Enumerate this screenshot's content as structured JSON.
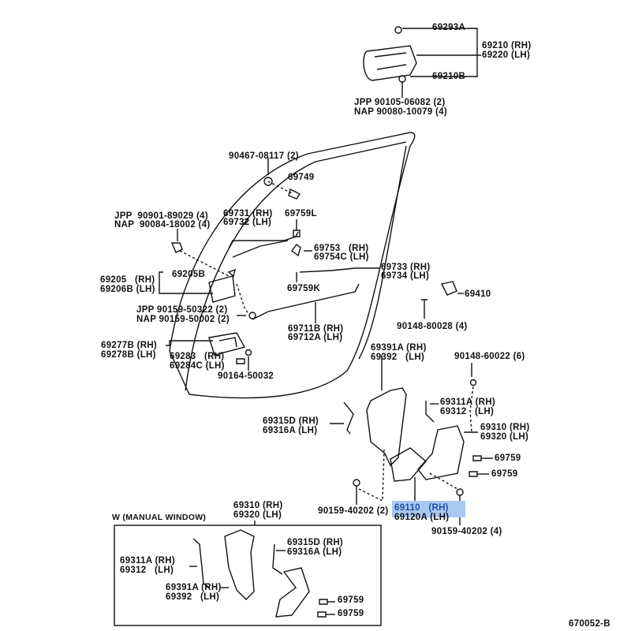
{
  "diagram": {
    "figure_code": "670052-B",
    "section_title": "W (MANUAL WINDOW)",
    "highlight_color": "#a8c8f2",
    "labels": {
      "p69293A": "69293A",
      "p69210": "69210 (RH)",
      "p69220": "69220 (LH)",
      "p69210B": "69210B",
      "jpp_90105": "JPP 90105-06082 (2)",
      "nap_90080": "NAP 90080-10079 (4)",
      "p90467": "90467-08117 (2)",
      "p69749": "69749",
      "p69731": "69731 (RH)",
      "p69732": "69732 (LH)",
      "p69759L": "69759L",
      "jpp_90901": "JPP  90901-89029 (4)",
      "nap_90084": "NAP  90084-18002 (4)",
      "p69753": "69753   (RH)",
      "p69754C": "69754C (LH)",
      "p69205": "69205   (RH)",
      "p69206B": "69206B (LH)",
      "p69205B": "69205B",
      "p69733": "69733 (RH)",
      "p69734": "69734 (LH)",
      "p69759K": "69759K",
      "p69410": "69410",
      "jpp_90159_50322": "JPP 90159-50322 (2)",
      "nap_90159_50002": "NAP 90159-50002 (2)",
      "p90148_80028": "90148-80028 (4)",
      "p69711B": "69711B (RH)",
      "p69712A": "69712A (LH)",
      "p69277B": "69277B (RH)",
      "p69278B": "69278B (LH)",
      "p69391A": "69391A (RH)",
      "p69392": "69392   (LH)",
      "p69283": "69283   (RH)",
      "p69284C": "69284C (LH)",
      "p90148_60022": "90148-60022 (6)",
      "p90164": "90164-50032",
      "p69311A": "69311A (RH)",
      "p69312": "69312   (LH)",
      "p69315D": "69315D (RH)",
      "p69316A": "69316A (LH)",
      "p69310": "69310 (RH)",
      "p69320": "69320 (LH)",
      "p69759_a": "69759",
      "p69759_b": "69759",
      "p90159_40202_2": "90159-40202 (2)",
      "p69110": "69110   (RH)",
      "p69120A": "69120A (LH)",
      "p90159_40202_4": "90159-40202 (4)",
      "w_69310": "69310 (RH)",
      "w_69320": "69320 (LH)",
      "w_69311A": "69311A (RH)",
      "w_69312": "69312   (LH)",
      "w_69315D": "69315D (RH)",
      "w_69316A": "69316A (LH)",
      "w_69391A": "69391A (RH)",
      "w_69392": "69392   (LH)",
      "w_69759_a": "69759",
      "w_69759_b": "69759"
    }
  }
}
